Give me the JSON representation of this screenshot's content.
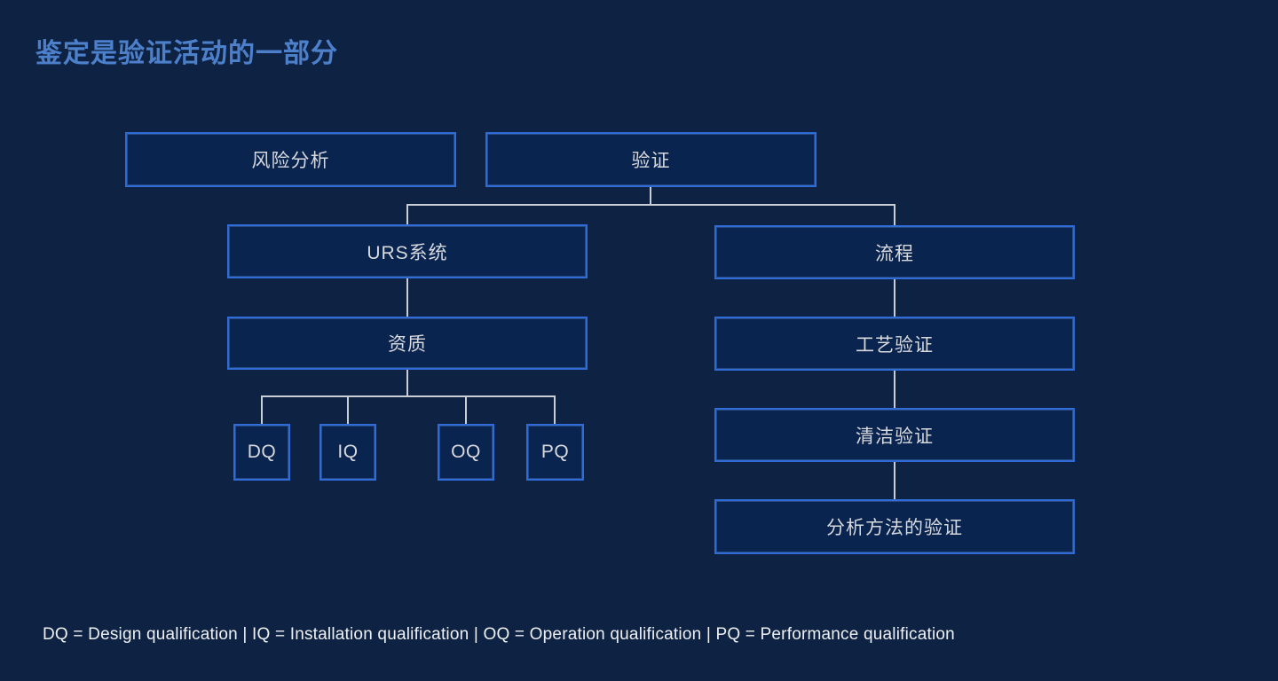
{
  "title": "鉴定是验证活动的一部分",
  "legend": "DQ = Design qualification | IQ = Installation qualification | OQ = Operation qualification | PQ = Performance qualification",
  "colors": {
    "background": "#0e2344",
    "box_fill": "#0a2450",
    "box_border": "#2f6cd8",
    "title_text": "#4d80cb",
    "box_text": "#d7d9dd",
    "connector": "#c9ced6",
    "legend_text": "#eef0f3"
  },
  "diagram": {
    "type": "tree",
    "nodes": {
      "risk": "风险分析",
      "validation": "验证",
      "urs": "URS系统",
      "process": "流程",
      "qualification": "资质",
      "process_validation": "工艺验证",
      "cleaning_validation": "清洁验证",
      "analytical_validation": "分析方法的验证",
      "dq": "DQ",
      "iq": "IQ",
      "oq": "OQ",
      "pq": "PQ"
    },
    "edges": [
      [
        "validation",
        "urs"
      ],
      [
        "validation",
        "process"
      ],
      [
        "urs",
        "qualification"
      ],
      [
        "qualification",
        "dq"
      ],
      [
        "qualification",
        "iq"
      ],
      [
        "qualification",
        "oq"
      ],
      [
        "qualification",
        "pq"
      ],
      [
        "process",
        "process_validation"
      ],
      [
        "process_validation",
        "cleaning_validation"
      ],
      [
        "cleaning_validation",
        "analytical_validation"
      ]
    ]
  }
}
